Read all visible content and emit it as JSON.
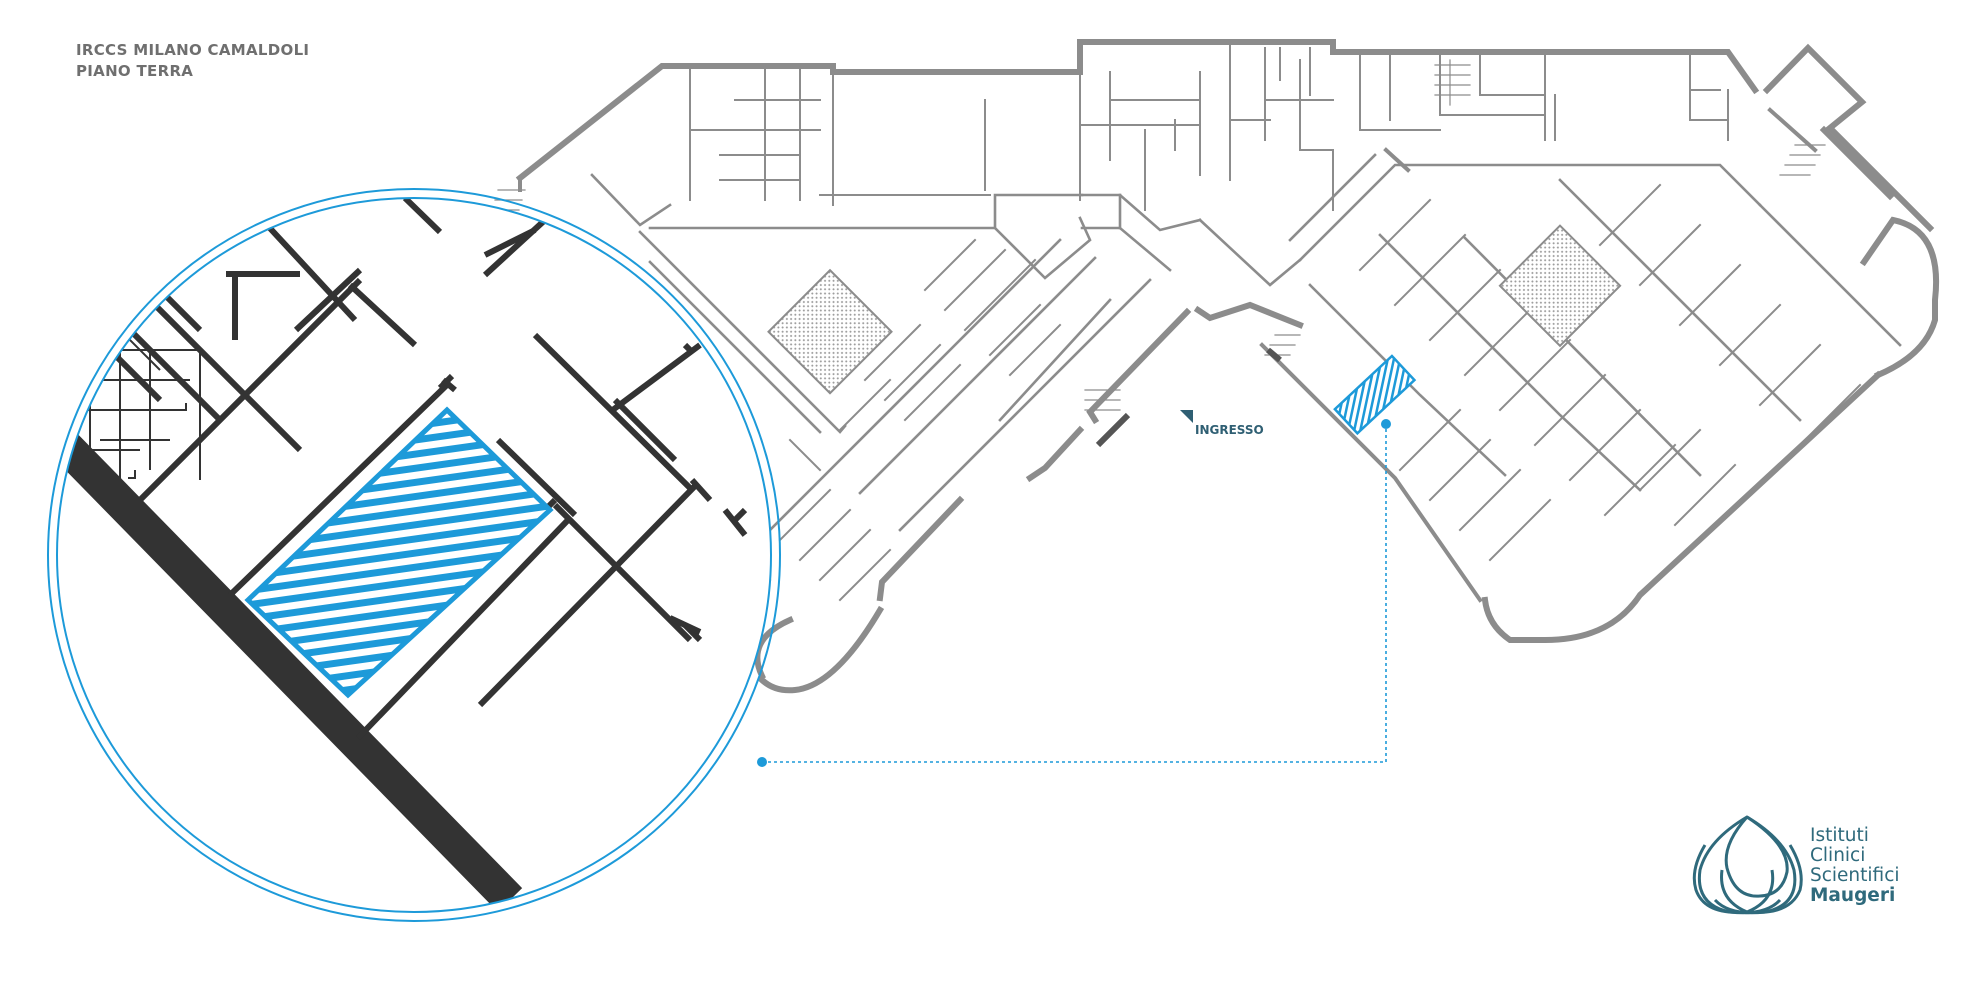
{
  "header": {
    "site_name": "IRCCS MILANO CAMALDOLI",
    "floor_name": "PIANO TERRA"
  },
  "map": {
    "entrance_label": "INGRESSO",
    "highlight_color": "#1d9ad9",
    "wall_color": "#8c8c8c",
    "zoom_wall_color": "#333333"
  },
  "logo": {
    "lines": [
      "Istituti",
      "Clinici",
      "Scientifici"
    ],
    "brand": "Maugeri",
    "color": "#2f6a7c"
  }
}
